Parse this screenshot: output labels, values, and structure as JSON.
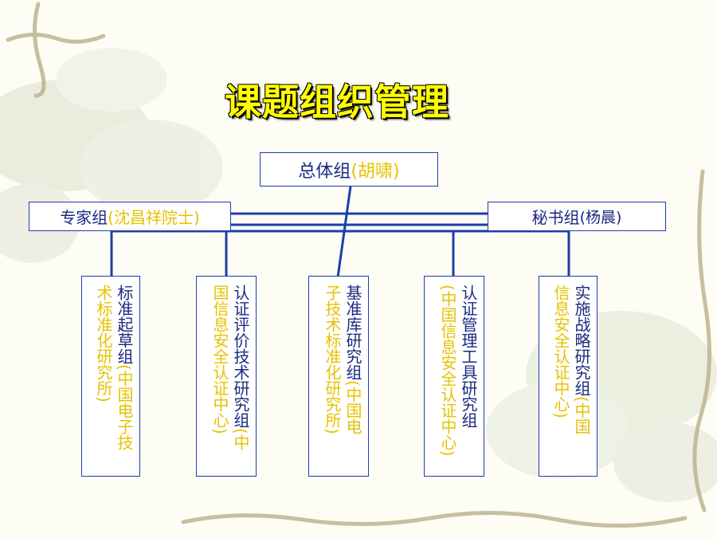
{
  "title": "课题组织管理",
  "top_group": {
    "name": "总体组",
    "leader": "(胡啸)"
  },
  "left_group": {
    "name": "专家组",
    "leader": "(沈昌祥院士)"
  },
  "right_group": {
    "name": "秘书组",
    "leader": "(杨晨)"
  },
  "sub_groups": [
    {
      "col1": "标准起草组",
      "col1b": "(中国电子技",
      "col2": "术标准化研究所)"
    },
    {
      "col1": "认证评价技术研究组",
      "col1b": "(中",
      "col2": "国信息安全认证中心)"
    },
    {
      "col1": "基准库研究组",
      "col1b": "(中国电",
      "col2": "子技术标准化研究所)"
    },
    {
      "col1": "认证管理工具研究组",
      "col1b": "",
      "col2": "(中国信息安全认证中心)"
    },
    {
      "col1": "实施战略研究组",
      "col1b": "(中国",
      "col2": "信息安全认证中心)"
    }
  ],
  "colors": {
    "line": "#1c3fa8",
    "text": "#1a2a80",
    "accent": "#e6c200"
  }
}
